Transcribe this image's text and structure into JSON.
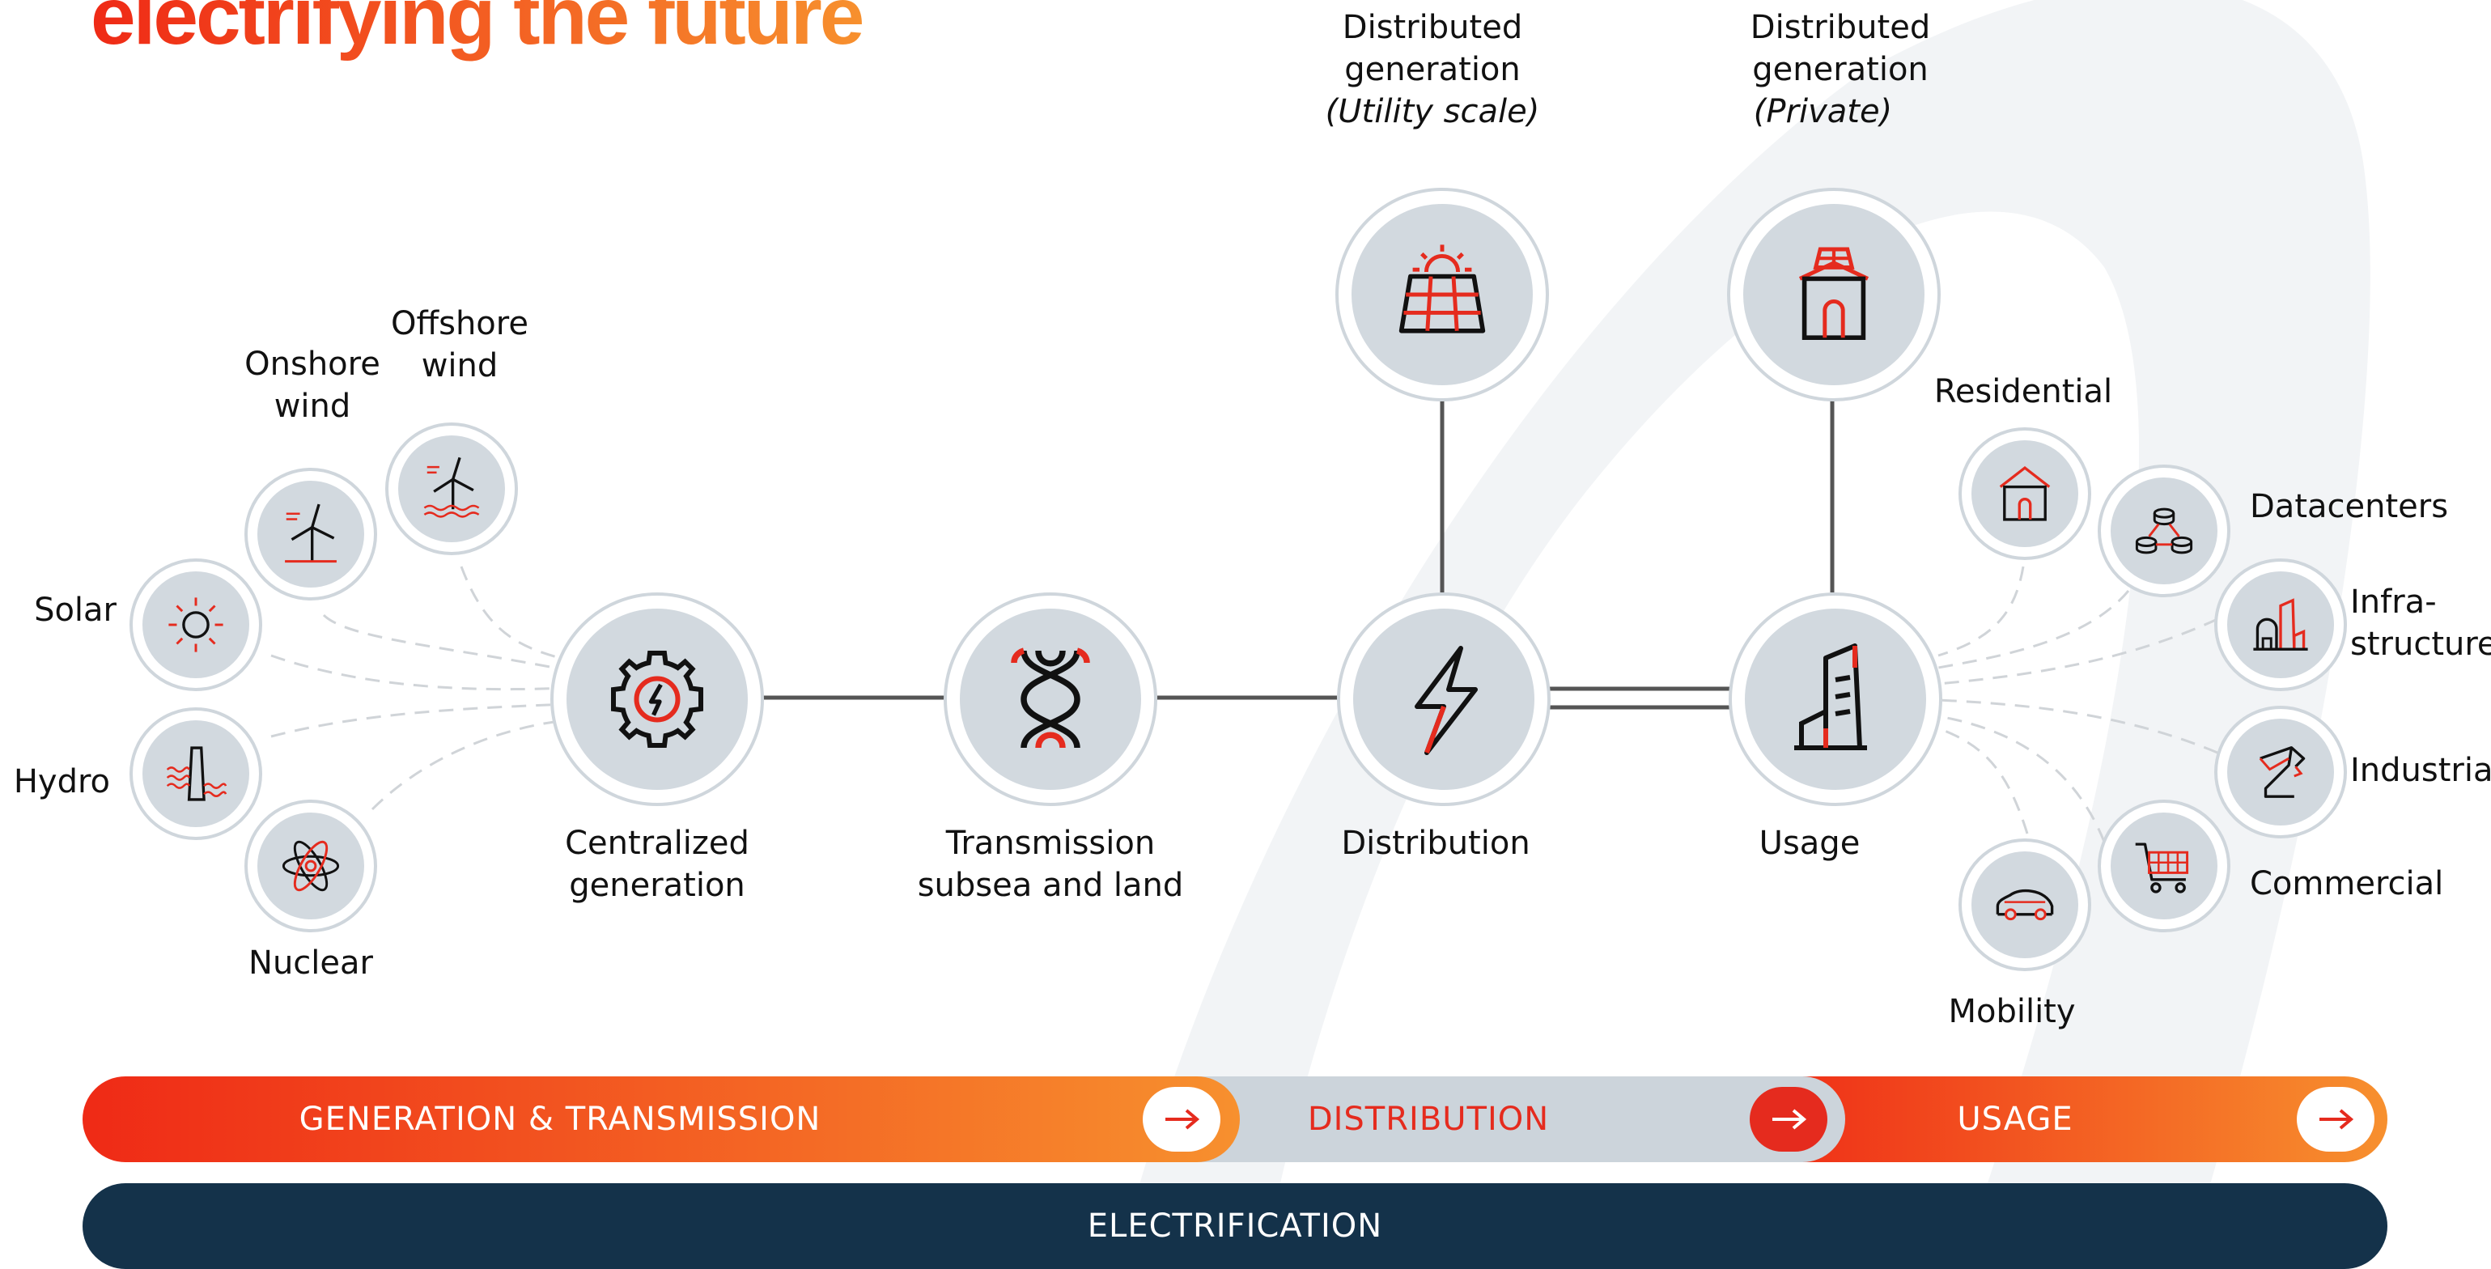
{
  "title": "electrifying the future",
  "colors": {
    "accent_red": "#ef2a16",
    "accent_orange": "#f7902e",
    "dark_navy": "#14324a",
    "node_fill": "#d2d9df",
    "node_ring": "#cfd6dc",
    "line": "#555555"
  },
  "main_nodes": {
    "centralized": {
      "label_line1": "Centralized",
      "label_line2": "generation",
      "icon": "gear-bolt-icon"
    },
    "transmission": {
      "label_line1": "Transmission",
      "label_line2": "subsea and land",
      "icon": "cable-twist-icon"
    },
    "distribution": {
      "label": "Distribution",
      "icon": "lightning-bolt-icon"
    },
    "usage": {
      "label": "Usage",
      "icon": "buildings-icon"
    }
  },
  "top_nodes": {
    "utility": {
      "label_line1": "Distributed",
      "label_line2": "generation",
      "label_line3": "(Utility scale)",
      "icon": "solar-panel-icon"
    },
    "private": {
      "label_line1": "Distributed",
      "label_line2": "generation",
      "label_line3": "(Private)",
      "icon": "rooftop-solar-house-icon"
    }
  },
  "sources": {
    "onshore": {
      "label_line1": "Onshore",
      "label_line2": "wind",
      "icon": "wind-turbine-icon"
    },
    "offshore": {
      "label_line1": "Offshore",
      "label_line2": "wind",
      "icon": "offshore-wind-icon"
    },
    "solar": {
      "label": "Solar",
      "icon": "sun-icon"
    },
    "hydro": {
      "label": "Hydro",
      "icon": "hydro-dam-icon"
    },
    "nuclear": {
      "label": "Nuclear",
      "icon": "atom-icon"
    }
  },
  "uses": {
    "residential": {
      "label": "Residential",
      "icon": "house-icon"
    },
    "datacenters": {
      "label": "Datacenters",
      "icon": "datacenter-network-icon"
    },
    "infrastructures": {
      "label_line1": "Infra-",
      "label_line2": "structures",
      "icon": "infrastructure-building-icon"
    },
    "industrial": {
      "label": "Industrial",
      "icon": "robot-arm-icon"
    },
    "commercial": {
      "label": "Commercial",
      "icon": "shopping-cart-icon"
    },
    "mobility": {
      "label": "Mobility",
      "icon": "car-icon"
    }
  },
  "bars": {
    "generation": "GENERATION & TRANSMISSION",
    "distribution": "DISTRIBUTION",
    "usage": "USAGE",
    "electrification": "ELECTRIFICATION"
  }
}
